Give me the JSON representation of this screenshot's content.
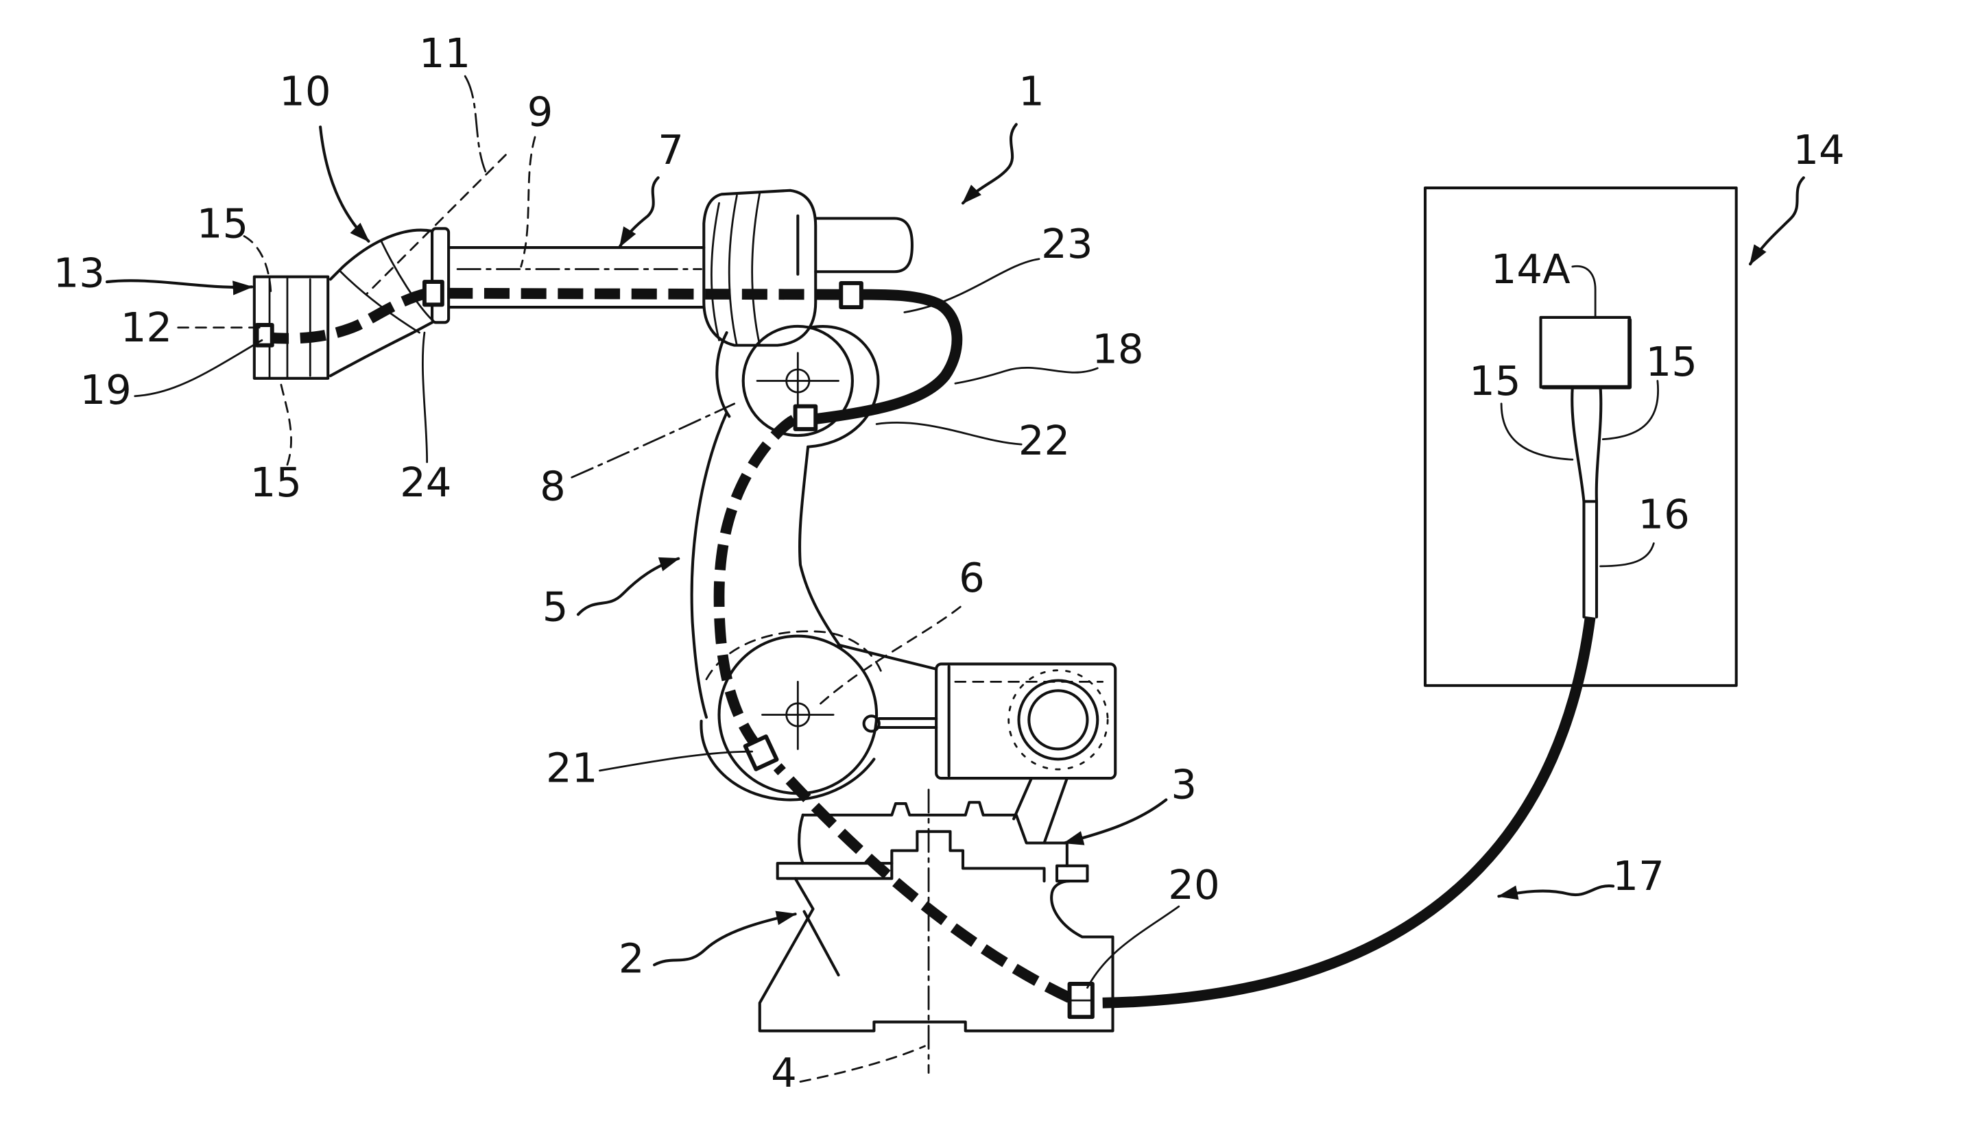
{
  "figure": {
    "ink_color": "#111111",
    "background_color": "#ffffff",
    "labels": {
      "n1": "1",
      "n2": "2",
      "n3": "3",
      "n4": "4",
      "n5": "5",
      "n6": "6",
      "n7": "7",
      "n8": "8",
      "n9": "9",
      "n10": "10",
      "n11": "11",
      "n12": "12",
      "n13": "13",
      "n14": "14",
      "n14a": "14A",
      "n15_wrist_top": "15",
      "n15_wrist_bottom": "15",
      "n15_unit_left": "15",
      "n15_unit_right": "15",
      "n16": "16",
      "n17": "17",
      "n18": "18",
      "n19": "19",
      "n20": "20",
      "n21": "21",
      "n22": "22",
      "n23": "23",
      "n24": "24"
    }
  }
}
